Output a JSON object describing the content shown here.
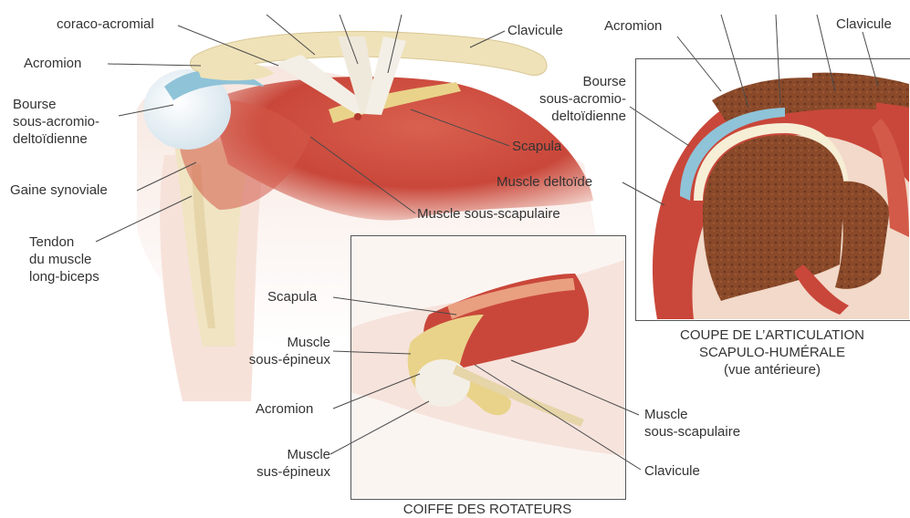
{
  "main_view": {
    "labels": {
      "coraco": "coraco-acromial",
      "acromion": "Acromion",
      "bourse": [
        "Bourse",
        "sous-acromio-",
        "deltoïdienne"
      ],
      "gaine": "Gaine synoviale",
      "tendon": [
        "Tendon",
        "du muscle",
        "long-biceps"
      ],
      "clavicule": "Clavicule",
      "scapula": "Scapula",
      "sous_scap": "Muscle sous-scapulaire"
    }
  },
  "section_view": {
    "labels": {
      "acromion": "Acromion",
      "clavicule": "Clavicule",
      "bourse": [
        "Bourse",
        "sous-acromio-",
        "deltoïdienne"
      ],
      "deltoide": "Muscle deltoïde"
    },
    "caption": [
      "COUPE DE L’ARTICULATION",
      "SCAPULO-HUMÉRALE",
      "(vue antérieure)"
    ]
  },
  "cuff_view": {
    "labels": {
      "scapula": "Scapula",
      "infra": [
        "Muscle",
        "sous-épineux"
      ],
      "acromion": "Acromion",
      "supra": [
        "Muscle",
        "sus-épineux"
      ],
      "subscap": [
        "Muscle",
        "sous-scapulaire"
      ],
      "clavicule": "Clavicule"
    },
    "caption": "COIFFE DES ROTATEURS"
  },
  "colors": {
    "muscle": "#c9473a",
    "muscle_dark": "#a8342b",
    "bone": "#efe2b8",
    "bone_spongy": "#8a4a2a",
    "tendon": "#e9d38a",
    "bursa": "#8fc3d8",
    "skin": "#f6e3dc"
  }
}
